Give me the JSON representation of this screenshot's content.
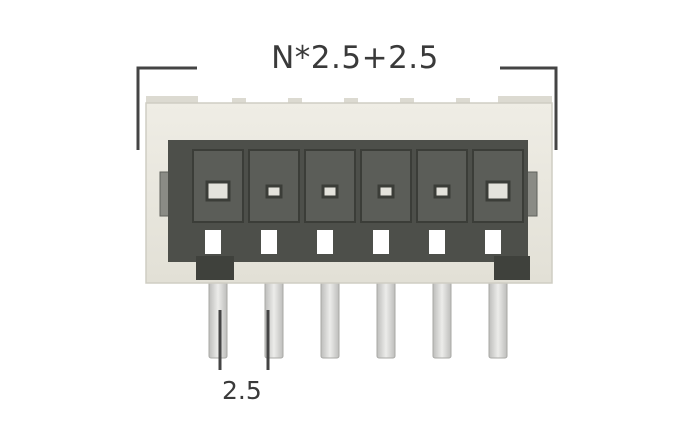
{
  "dimensions": {
    "overall_width_label": "N*2.5+2.5",
    "pitch_label": "2.5"
  },
  "connector": {
    "pin_count": 6,
    "colors": {
      "housing": "#e8e6dd",
      "cavity": "#4d4f4a",
      "terminal": "#5b5d58",
      "pin": "#d6d6d4",
      "dimension_line": "#444444"
    }
  }
}
